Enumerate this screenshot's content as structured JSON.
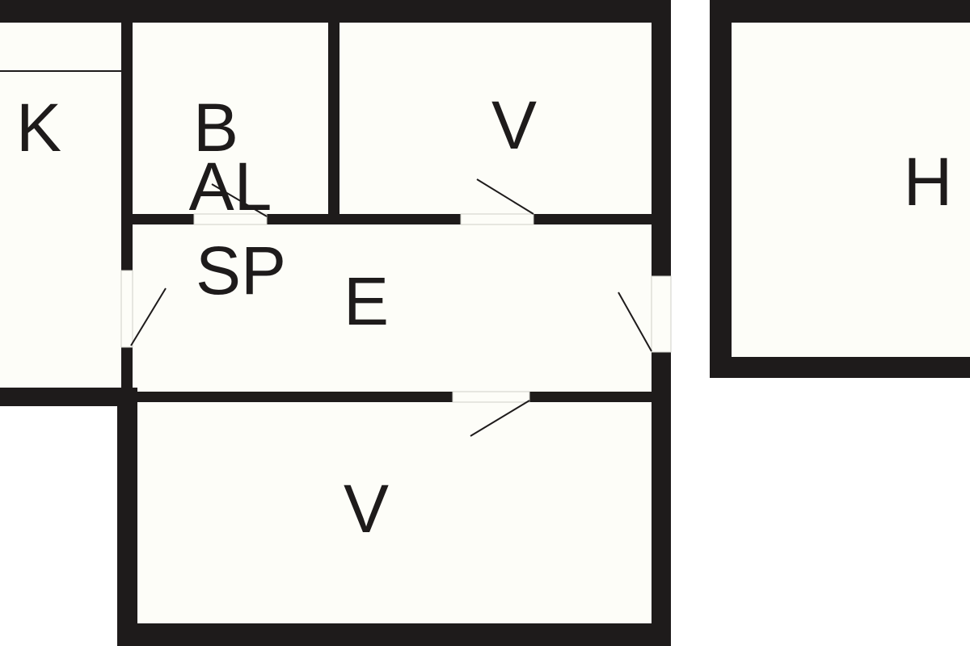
{
  "floorplan": {
    "rooms": [
      {
        "id": "kitchen",
        "label": "K"
      },
      {
        "id": "bath",
        "label": "B"
      },
      {
        "id": "bedroom-top",
        "label": "V"
      },
      {
        "id": "hall",
        "label": "E"
      },
      {
        "id": "closet",
        "label": "AL"
      },
      {
        "id": "storage",
        "label": "SP"
      },
      {
        "id": "bedroom-bottom",
        "label": "V"
      },
      {
        "id": "separate-room",
        "label": "H"
      }
    ],
    "colors": {
      "wall": "#1e1b1b",
      "room": "#fdfdf8",
      "background": "#ffffff"
    }
  }
}
